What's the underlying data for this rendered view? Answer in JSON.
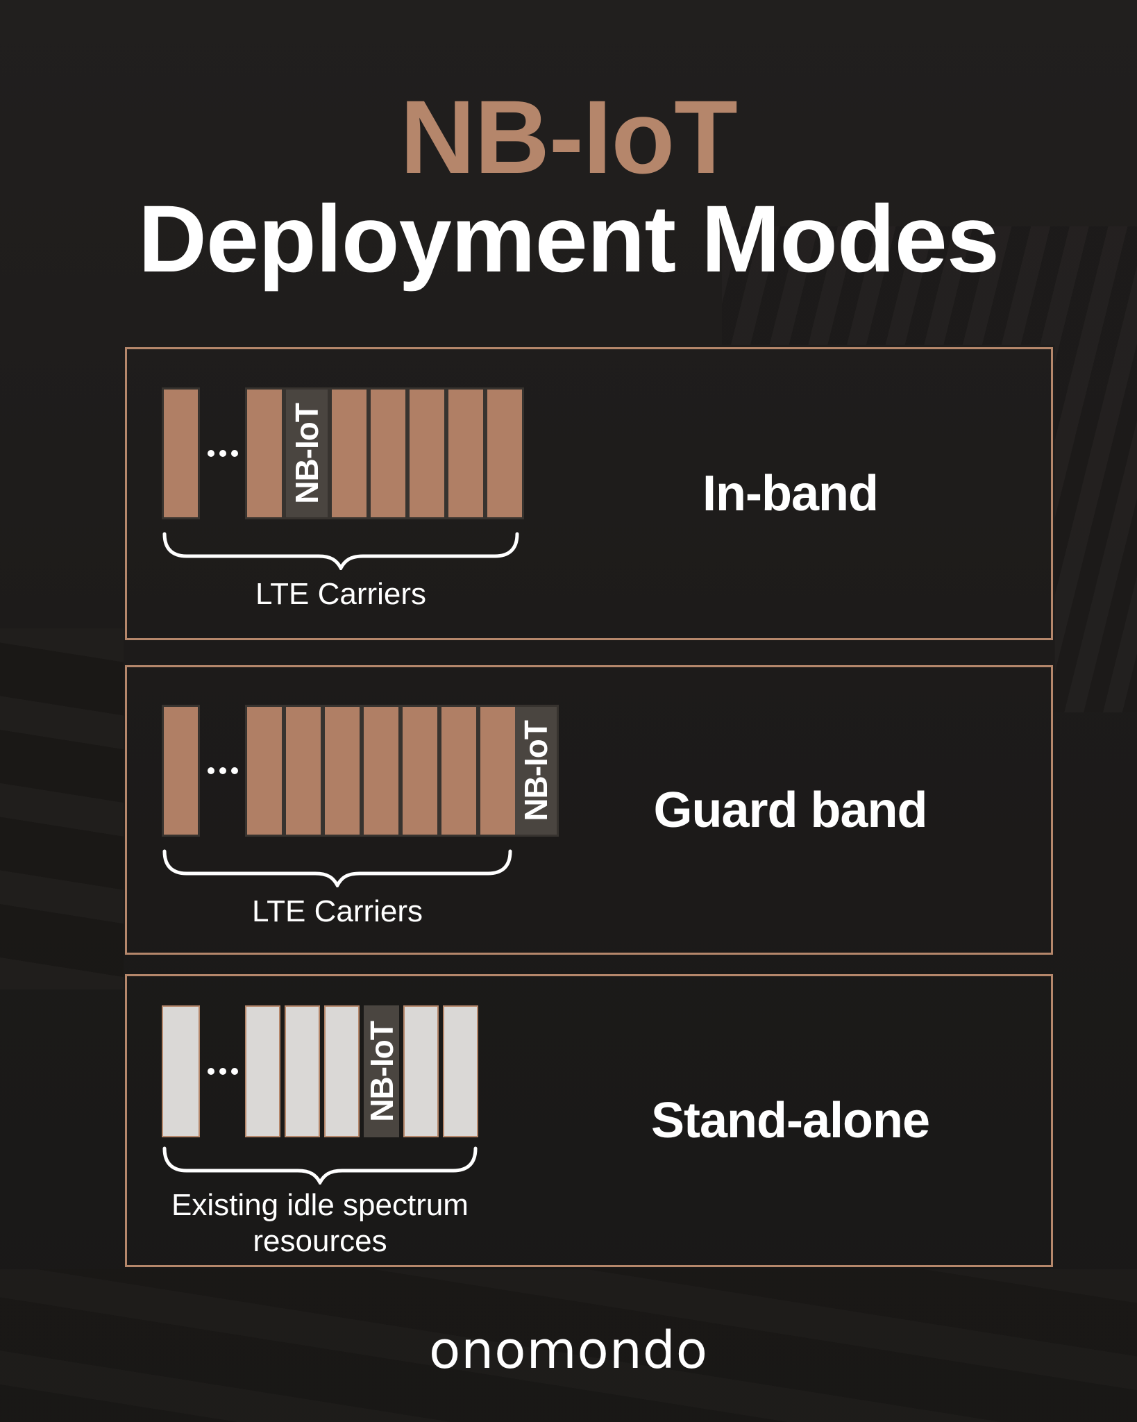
{
  "title": {
    "brand_line": "NB-IoT",
    "main_line": "Deployment Modes"
  },
  "colors": {
    "background": "#1d1b1a",
    "accent_tan": "#b5876b",
    "carrier_bar": "#b07f65",
    "idle_bar": "#dad8d6",
    "nbiot_bar": "#4a4540",
    "text_white": "#ffffff"
  },
  "panels": [
    {
      "mode_label": "In-band",
      "nbiot_label": "NB-IoT",
      "ellipsis": "...",
      "caption_lines": [
        "LTE Carriers"
      ],
      "single_bar_type": "lte",
      "slots": [
        "lte",
        "nbiot",
        "lte",
        "lte",
        "lte",
        "lte",
        "lte"
      ]
    },
    {
      "mode_label": "Guard band",
      "nbiot_label": "NB-IoT",
      "ellipsis": "...",
      "caption_lines": [
        "LTE Carriers"
      ],
      "single_bar_type": "lte",
      "slots": [
        "lte",
        "lte",
        "lte",
        "lte",
        "lte",
        "lte",
        "lte",
        "nbiot_attached"
      ]
    },
    {
      "mode_label": "Stand-alone",
      "nbiot_label": "NB-IoT",
      "ellipsis": "...",
      "caption_lines": [
        "Existing idle spectrum",
        "resources"
      ],
      "single_bar_type": "idle",
      "slots": [
        "idle",
        "idle",
        "idle",
        "nbiot",
        "idle",
        "idle"
      ]
    }
  ],
  "footer": {
    "logo_text": "onomondo"
  }
}
